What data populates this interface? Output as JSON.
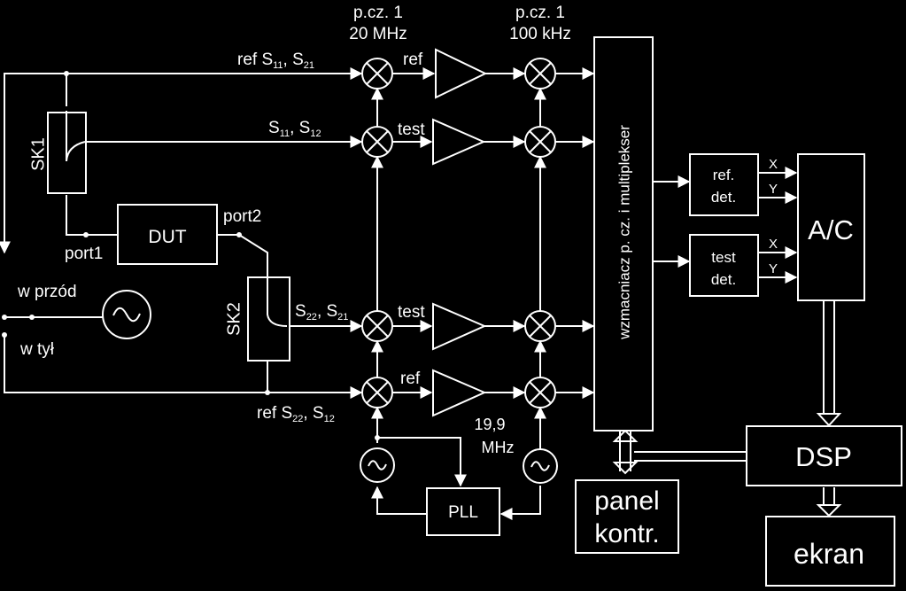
{
  "labels": {
    "if1_20_top": "p.cz. 1",
    "if1_20_bot": "20 MHz",
    "if1_100_top": "p.cz. 1",
    "if1_100_bot": "100 kHz",
    "ref_s11_s21": "ref S",
    "sub_11": "11",
    "sub_21": "21",
    "sub_12": "12",
    "sub_22": "22",
    "comma": ", S",
    "s": "S",
    "ref": "ref",
    "test": "test",
    "sk1": "SK1",
    "sk2": "SK2",
    "dut": "DUT",
    "port1": "port1",
    "port2": "port2",
    "w_przod": "w przód",
    "w_tyl": "w tył",
    "amp_mux": "wzmacniacz p. cz. i multiplekser",
    "ref_det_1": "ref.",
    "ref_det_2": "det.",
    "test_det_1": "test",
    "test_det_2": "det.",
    "x": "X",
    "y": "Y",
    "ac": "A/C",
    "dsp": "DSP",
    "panel_1": "panel",
    "panel_2": "kontr.",
    "ekran": "ekran",
    "pll": "PLL",
    "lo2_1": "19,9",
    "lo2_2": "MHz"
  }
}
